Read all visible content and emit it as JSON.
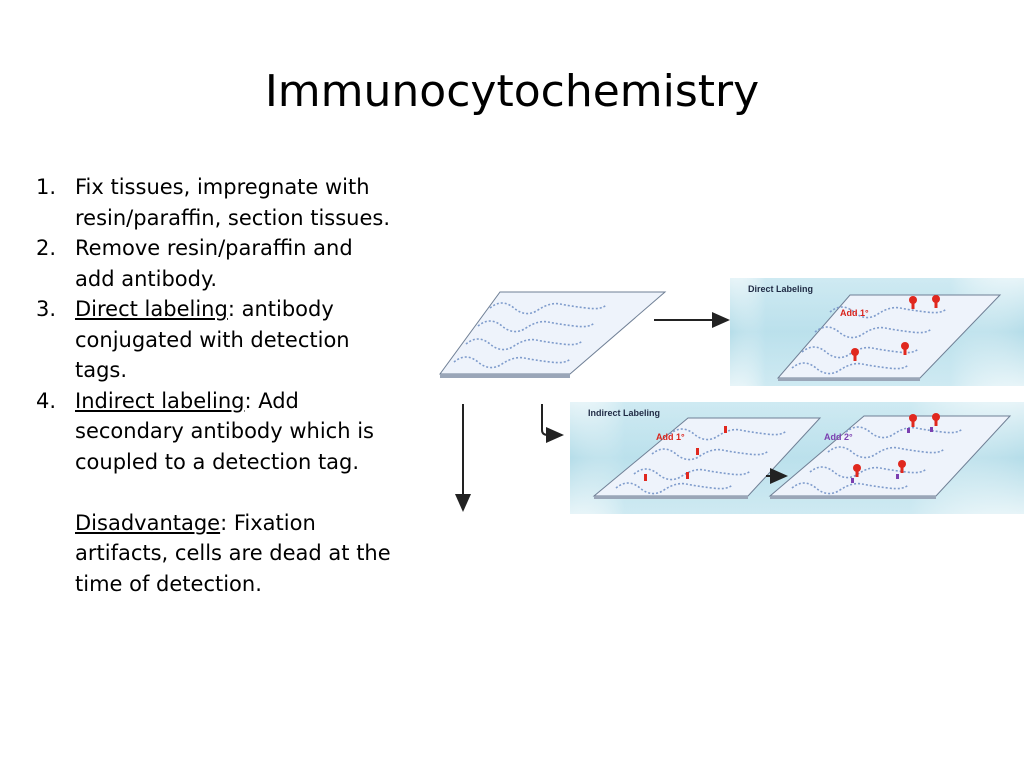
{
  "slide": {
    "title": "Immunocytochemistry",
    "items": [
      {
        "number": "1.",
        "text": "Fix tissues, impregnate with resin/paraffin, section tissues."
      },
      {
        "number": "2.",
        "text": "Remove resin/paraffin and add antibody."
      },
      {
        "number": "3.",
        "term": "Direct labeling",
        "rest": ": antibody conjugated with detection tags."
      },
      {
        "number": "4.",
        "term": "Indirect labeling",
        "rest": ": Add secondary antibody which is coupled to a detection tag."
      }
    ],
    "disadvantage": {
      "term": "Disadvantage",
      "rest": ": Fixation artifacts, cells are dead at the time of detection."
    }
  },
  "figure": {
    "direct_panel_label": "Direct Labeling",
    "indirect_panel_label": "Indirect Labeling",
    "add_primary": "Add 1°",
    "add_secondary": "Add 2°",
    "colors": {
      "panel_bg": "#bfe3ee",
      "slide_fill": "#eef3fb",
      "tissue": "#7f9ccc",
      "tag_red": "#e0281e",
      "add1_color": "#d9241c",
      "add2_color": "#7b3fb0",
      "arrow": "#222222"
    }
  }
}
